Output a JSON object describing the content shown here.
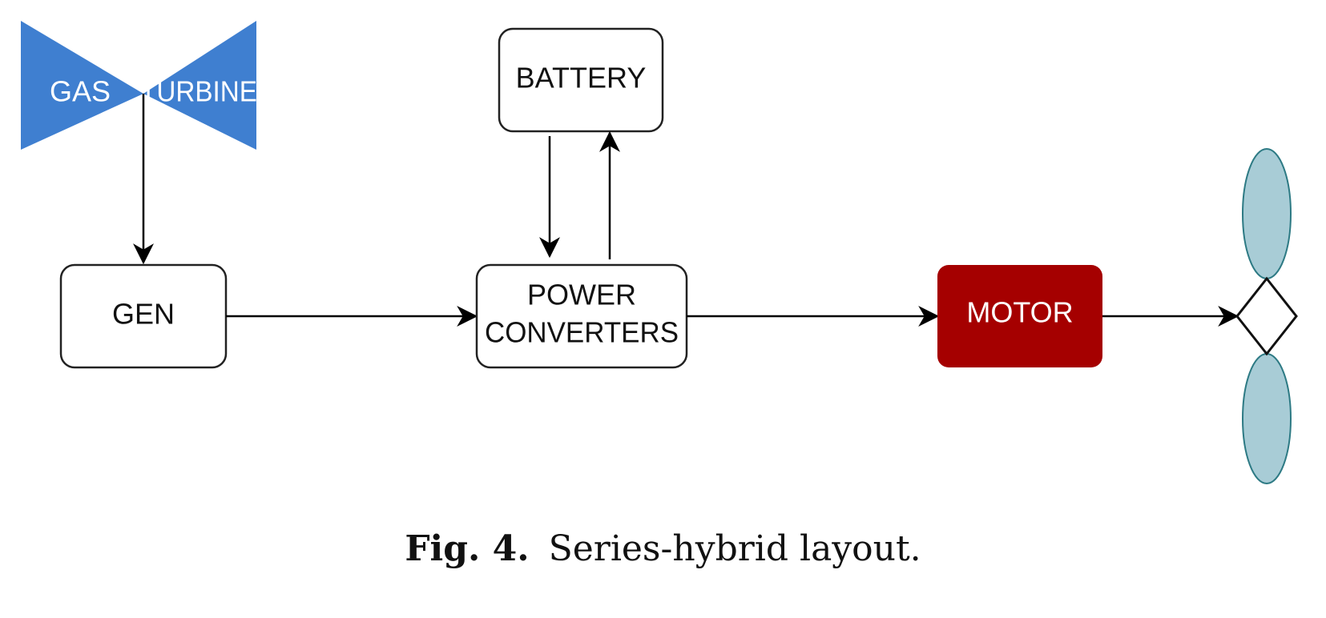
{
  "diagram": {
    "nodes": {
      "gas_turbine": {
        "label_left": "GAS",
        "label_right": "TURBINE"
      },
      "gen": {
        "label": "GEN"
      },
      "battery": {
        "label": "BATTERY"
      },
      "power_converters": {
        "label_line1": "POWER",
        "label_line2": "CONVERTERS"
      },
      "motor": {
        "label": "MOTOR"
      }
    },
    "colors": {
      "turbine_fill": "#3f7fd0",
      "motor_fill": "#a50000",
      "propeller_fill": "#a8ccd6",
      "propeller_stroke": "#2d7a84",
      "box_stroke": "#222222",
      "arrow": "#000000"
    }
  },
  "caption": {
    "fig_label": "Fig. 4.",
    "text": "Series-hybrid layout."
  }
}
